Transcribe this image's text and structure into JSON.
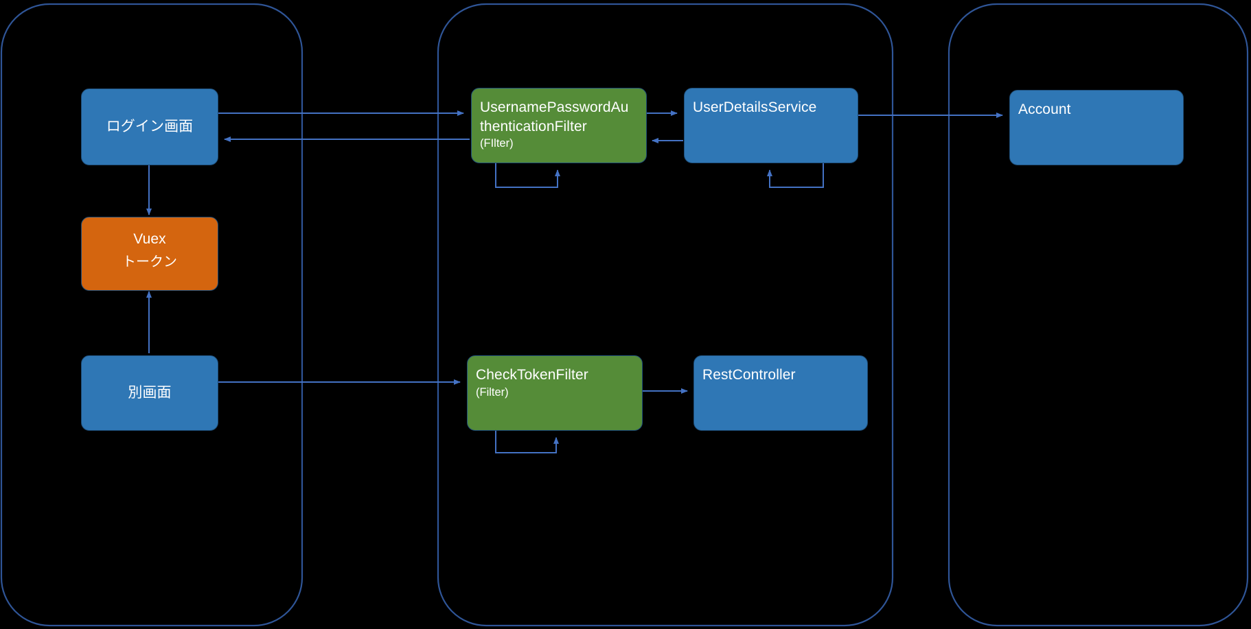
{
  "diagram": {
    "type": "architecture-flow",
    "background_color": "#000000",
    "connector_color": "#4472c4",
    "container_border_color": "#2f5597",
    "palette": {
      "blue": "#2f77b5",
      "green": "#558c38",
      "orange": "#d4650f",
      "box_border": "#1f4e79",
      "text": "#ffffff"
    },
    "containers": [
      {
        "id": "frontend",
        "label": ""
      },
      {
        "id": "backend",
        "label": ""
      },
      {
        "id": "datastore",
        "label": ""
      }
    ],
    "nodes": [
      {
        "id": "login-screen",
        "title": "ログイン画面",
        "subtitle": "",
        "color": "blue",
        "container": "frontend"
      },
      {
        "id": "vuex-token",
        "title": "Vuex",
        "subtitle": "トークン",
        "color": "orange",
        "container": "frontend"
      },
      {
        "id": "other-screen",
        "title": "別画面",
        "subtitle": "",
        "color": "blue",
        "container": "frontend"
      },
      {
        "id": "username-password-auth-filter",
        "title": "UsernamePasswordAu\nthenticationFilter",
        "subtitle": "(FIlter)",
        "color": "green",
        "container": "backend"
      },
      {
        "id": "check-token-filter",
        "title": "CheckTokenFilter",
        "subtitle": "(Filter)",
        "color": "green",
        "container": "backend"
      },
      {
        "id": "user-details-service",
        "title": "UserDetailsService",
        "subtitle": "",
        "color": "blue",
        "container": "backend"
      },
      {
        "id": "rest-controller",
        "title": "RestController",
        "subtitle": "",
        "color": "blue",
        "container": "backend"
      },
      {
        "id": "account",
        "title": "Account",
        "subtitle": "",
        "color": "blue",
        "container": "datastore"
      }
    ],
    "edges": [
      {
        "from": "login-screen",
        "to": "username-password-auth-filter",
        "direction": "forward"
      },
      {
        "from": "username-password-auth-filter",
        "to": "login-screen",
        "direction": "forward"
      },
      {
        "from": "login-screen",
        "to": "vuex-token",
        "direction": "forward"
      },
      {
        "from": "other-screen",
        "to": "vuex-token",
        "direction": "forward"
      },
      {
        "from": "other-screen",
        "to": "check-token-filter",
        "direction": "forward"
      },
      {
        "from": "username-password-auth-filter",
        "to": "user-details-service",
        "direction": "forward"
      },
      {
        "from": "user-details-service",
        "to": "username-password-auth-filter",
        "direction": "forward"
      },
      {
        "from": "user-details-service",
        "to": "account",
        "direction": "forward"
      },
      {
        "from": "check-token-filter",
        "to": "rest-controller",
        "direction": "forward"
      },
      {
        "from": "username-password-auth-filter",
        "to": "username-password-auth-filter",
        "direction": "self-loop"
      },
      {
        "from": "user-details-service",
        "to": "user-details-service",
        "direction": "self-loop"
      },
      {
        "from": "check-token-filter",
        "to": "check-token-filter",
        "direction": "self-loop"
      }
    ]
  }
}
